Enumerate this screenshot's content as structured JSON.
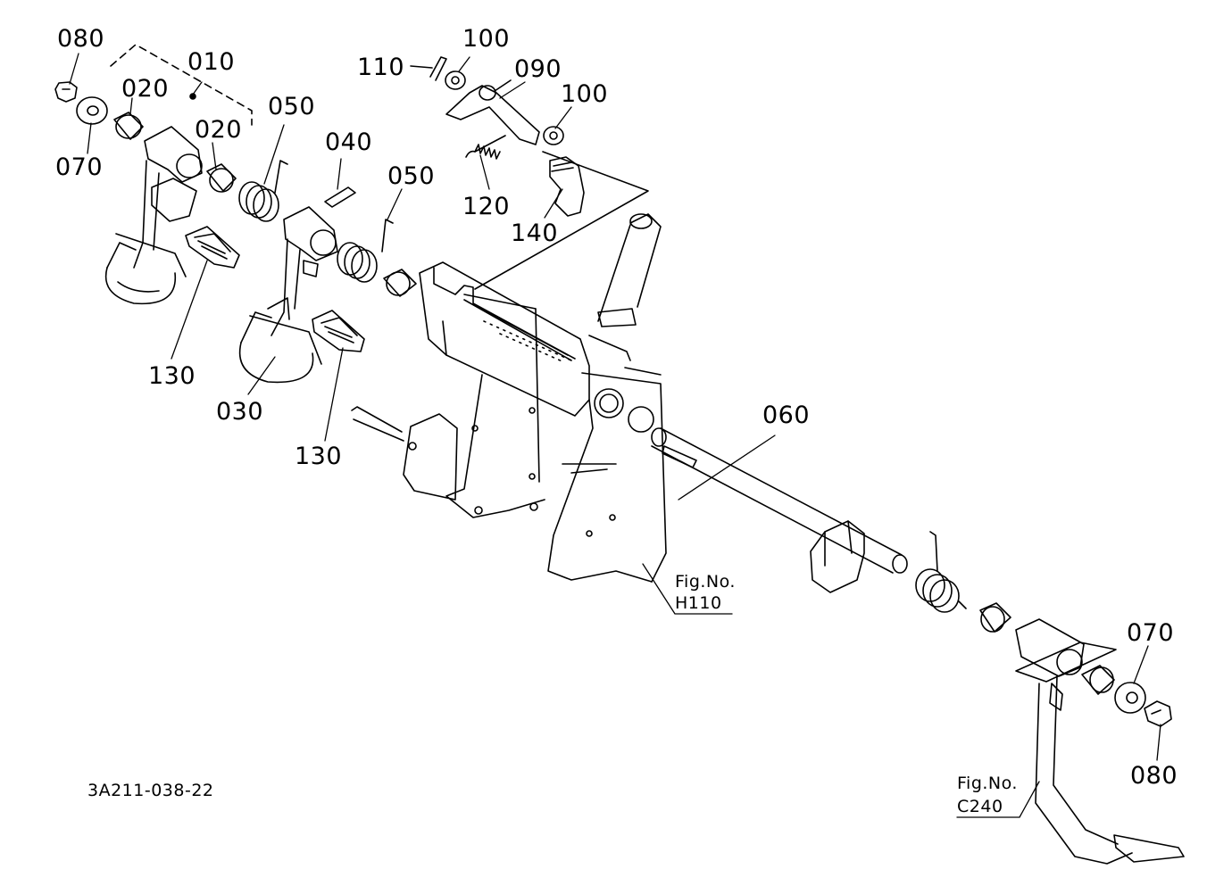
{
  "diagram": {
    "code": "3A211-038-22",
    "parts": {
      "p080a": "080",
      "p010": "010",
      "p020a": "020",
      "p020b": "020",
      "p070a": "070",
      "p050a": "050",
      "p040": "040",
      "p050b": "050",
      "p110": "110",
      "p100a": "100",
      "p090": "090",
      "p100b": "100",
      "p120": "120",
      "p140": "140",
      "p130a": "130",
      "p030": "030",
      "p130b": "130",
      "p060": "060",
      "p070b": "070",
      "p080b": "080"
    },
    "refs": {
      "h110_a": "Fig.No.",
      "h110_b": "H110",
      "c240_a": "Fig.No.",
      "c240_b": "C240"
    }
  }
}
